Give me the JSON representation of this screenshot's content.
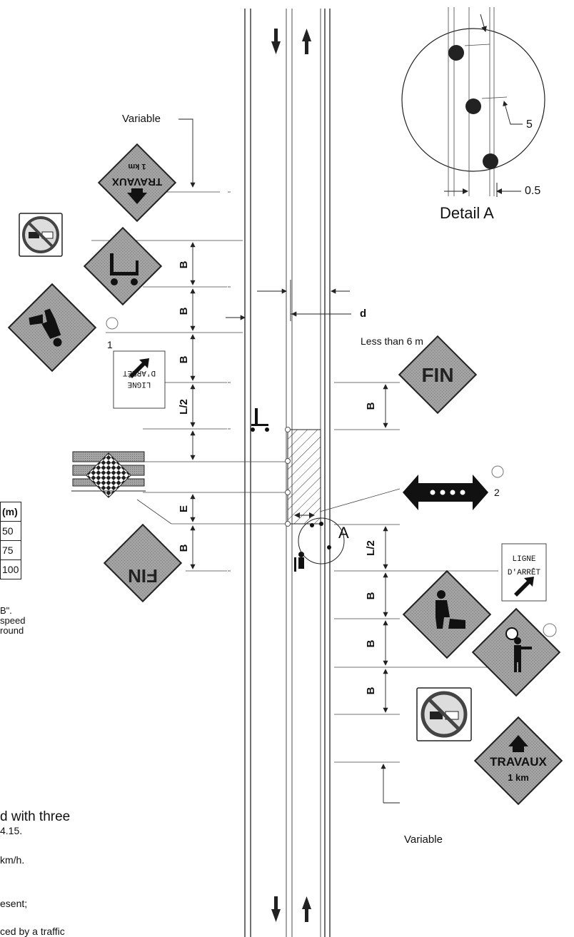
{
  "labels": {
    "variable_top": "Variable",
    "variable_bottom": "Variable",
    "five": "5",
    "half": "0.5",
    "detail": "Detail A",
    "d": "d",
    "less_than": "Less than 6 m",
    "callout_1": "1",
    "callout_2": "2",
    "callout_A": "A",
    "dim_B": "B",
    "dim_L2": "L/2",
    "dim_E": "E"
  },
  "signs": {
    "travaux_word": "TRAVAUX",
    "km_word": "1 km",
    "fin_word": "FIN",
    "ligne_stop_line1": "LIGNE",
    "ligne_stop_line2": "D'ARRÊT"
  },
  "table": {
    "header": "(m)",
    "rows": [
      "50",
      "75",
      "100"
    ]
  },
  "notes": {
    "line1": "B\".",
    "line2": "speed",
    "line3": "round",
    "para_head": "d with three",
    "para_line1": "4.15.",
    "para_line2": "km/h.",
    "para_line3": "esent;",
    "para_line4": "ced by a traffic"
  },
  "colors": {
    "sign_gray": "#9a9a9a",
    "line": "#222222"
  }
}
